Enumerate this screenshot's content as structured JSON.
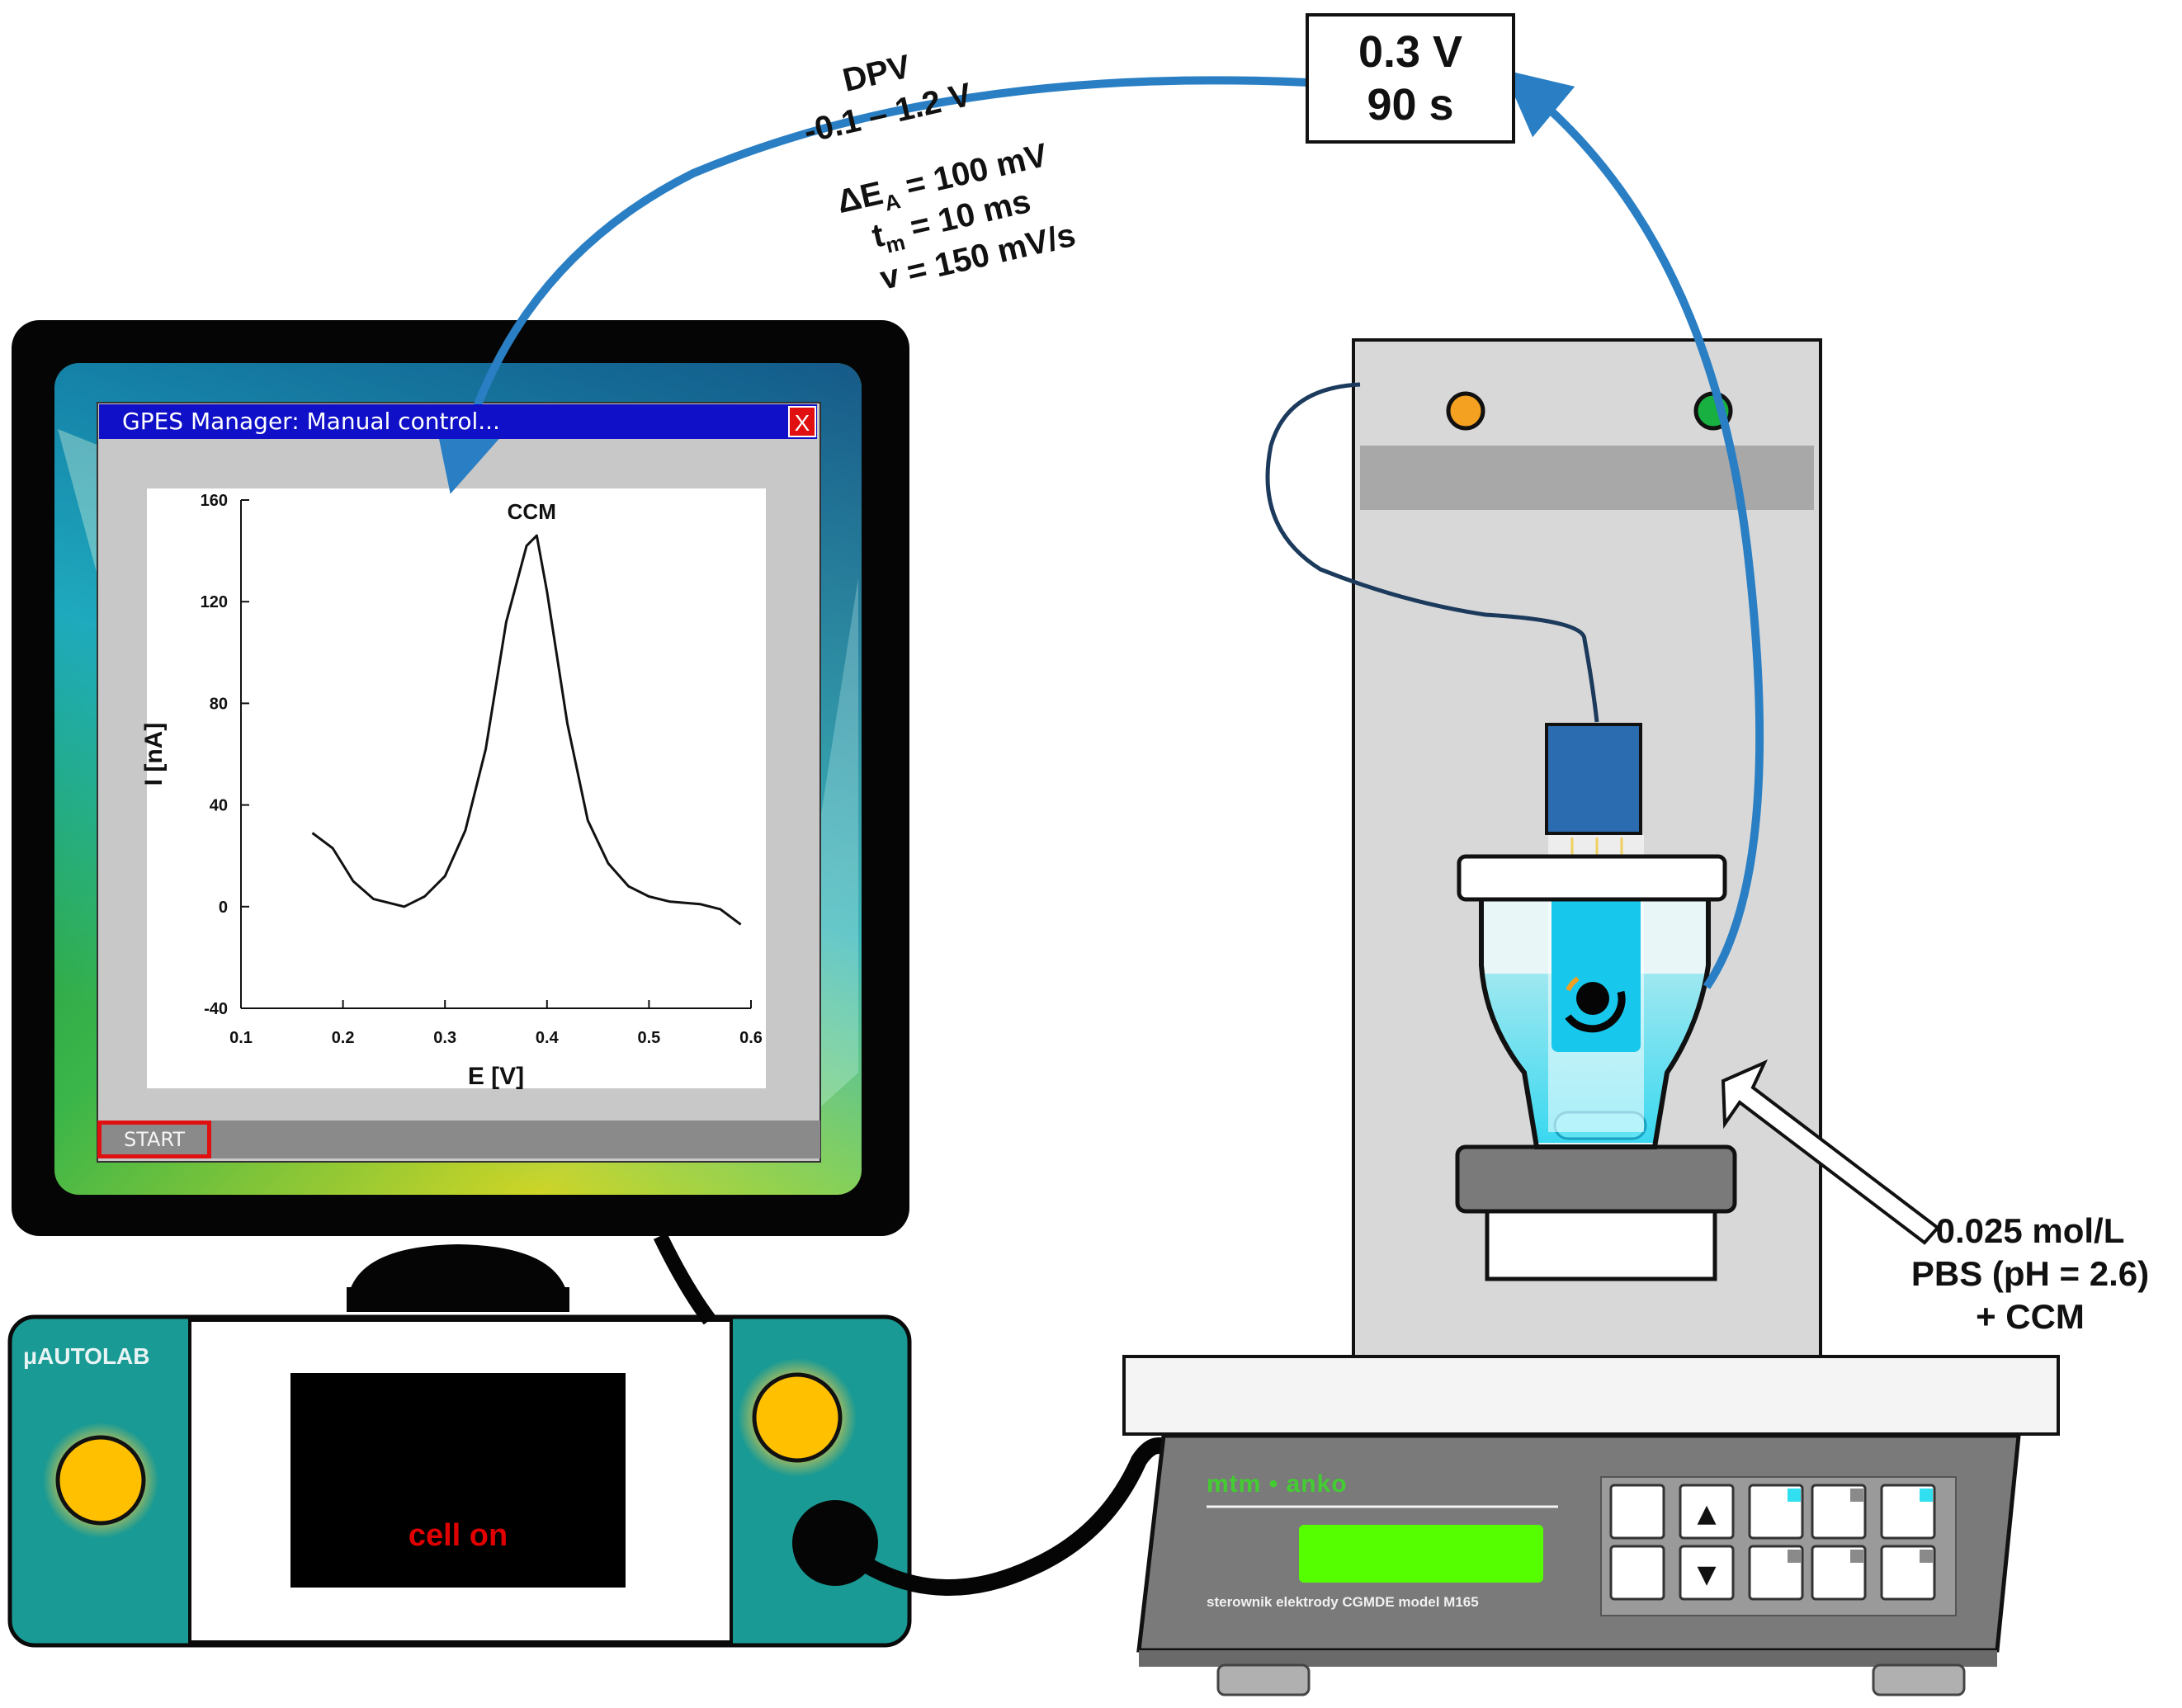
{
  "box_label": {
    "line1": "0.3 V",
    "line2": "90 s"
  },
  "dpv_params": {
    "technique": "DPV",
    "range": "-0.1 – 1.2 V",
    "amplitude_prefix": "ΔE",
    "amplitude_sub": "A",
    "amplitude_suffix": " = 100 mV",
    "tm_prefix": "t",
    "tm_sub": "m",
    "tm_suffix": " = 10 ms",
    "rate": "v = 150 mV/s"
  },
  "window": {
    "title": "GPES Manager: Manual control...",
    "close": "X",
    "start": "START"
  },
  "potentiostat": {
    "brand": "μAUTOLAB",
    "display": "cell  on"
  },
  "controller": {
    "brand": "mtm  •  anko",
    "model": "sterownik elektrody CGMDE model M165",
    "up": "▲",
    "down": "▼"
  },
  "solution": {
    "line1": "0.025 mol/L",
    "line2": "PBS (pH = 2.6)",
    "line3": "+ CCM"
  },
  "colors": {
    "arrow": "#2a7fc4",
    "screen_bg": "#c8c8c8",
    "teal": "#1a9a94",
    "knob": "#ffc000",
    "lcd_green": "#55ff00",
    "cable_blue": "#1c3a5c"
  },
  "chart_data": {
    "type": "line",
    "xlabel": "E [V]",
    "ylabel": "I [nA]",
    "annotation": "CCM",
    "xlim": [
      0.1,
      0.6
    ],
    "ylim": [
      -40,
      160
    ],
    "xticks": [
      "0.1",
      "0.2",
      "0.3",
      "0.4",
      "0.5",
      "0.6"
    ],
    "yticks": [
      "-40",
      "0",
      "40",
      "80",
      "120",
      "160"
    ],
    "x": [
      0.17,
      0.19,
      0.21,
      0.23,
      0.26,
      0.28,
      0.3,
      0.32,
      0.34,
      0.36,
      0.38,
      0.39,
      0.4,
      0.42,
      0.44,
      0.46,
      0.48,
      0.5,
      0.52,
      0.55,
      0.57,
      0.59
    ],
    "y": [
      29,
      23,
      10,
      3,
      0,
      4,
      12,
      30,
      62,
      112,
      142,
      146,
      124,
      72,
      34,
      17,
      8,
      4,
      2,
      1,
      -1,
      -7
    ]
  }
}
